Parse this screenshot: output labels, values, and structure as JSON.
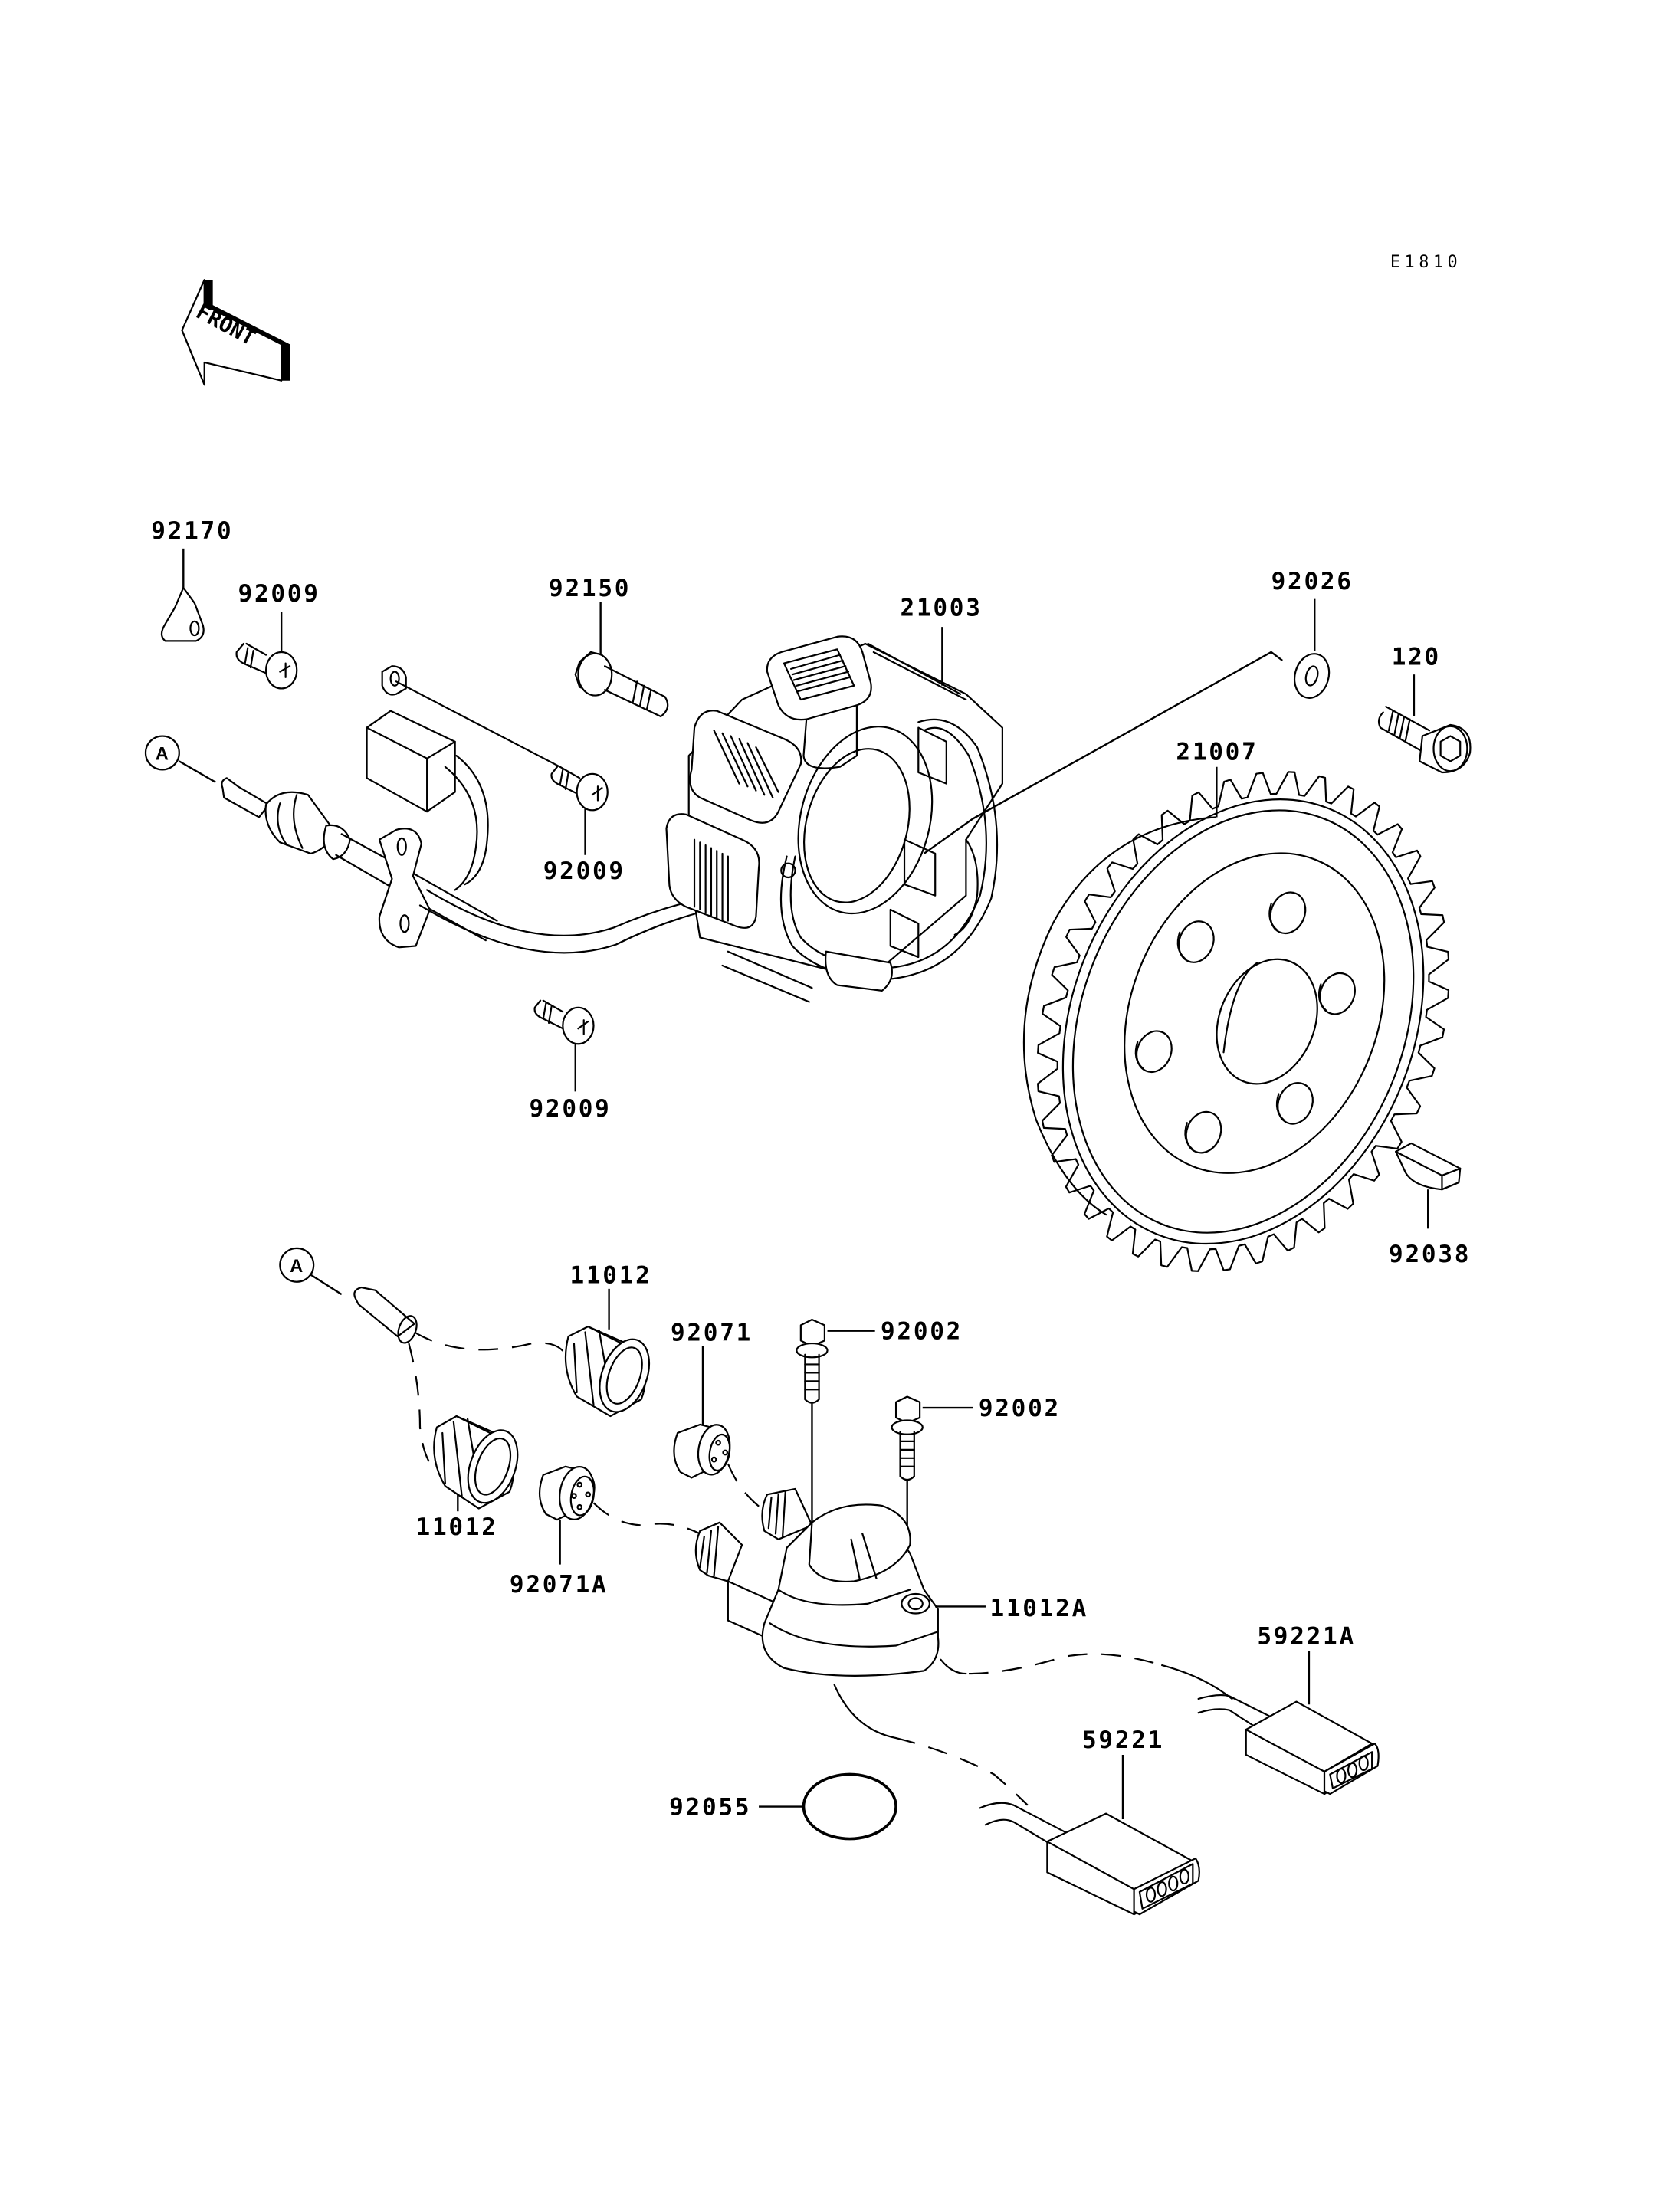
{
  "diagram": {
    "reference_code": "E1810",
    "front_indicator": "FRONT",
    "connector_ref": "A",
    "flywheel_teeth": 40,
    "flywheel_holes": 6
  },
  "parts": {
    "p92170": "92170",
    "p92009a": "92009",
    "p92150": "92150",
    "p21003": "21003",
    "p92026": "92026",
    "p120": "120",
    "p21007": "21007",
    "p92009b": "92009",
    "p92009c": "92009",
    "p92038": "92038",
    "p11012a": "11012",
    "p11012b": "11012",
    "p92071": "92071",
    "p92071A": "92071A",
    "p92002a": "92002",
    "p92002b": "92002",
    "p11012A": "11012A",
    "p59221A": "59221A",
    "p59221": "59221",
    "p92055": "92055"
  }
}
